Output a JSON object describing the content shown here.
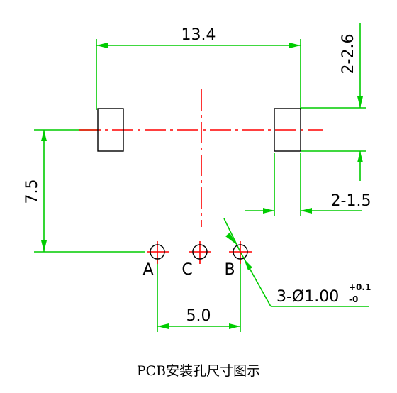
{
  "diagram": {
    "dimensions": {
      "overall_width": "13.4",
      "pad_height": "2-2.6",
      "vertical_offset": "7.5",
      "pad_width": "2-1.5",
      "pin_spacing": "5.0"
    },
    "hole_callout": {
      "main": "3-Ø1.00",
      "tol_upper": "+0.1",
      "tol_lower": "-0"
    },
    "pins": {
      "a": "A",
      "c": "C",
      "b": "B"
    },
    "caption": "PCB安装孔尺寸图示",
    "colors": {
      "dimension": "#00cc00",
      "centerline": "#ff0000",
      "outline": "#000000"
    }
  }
}
